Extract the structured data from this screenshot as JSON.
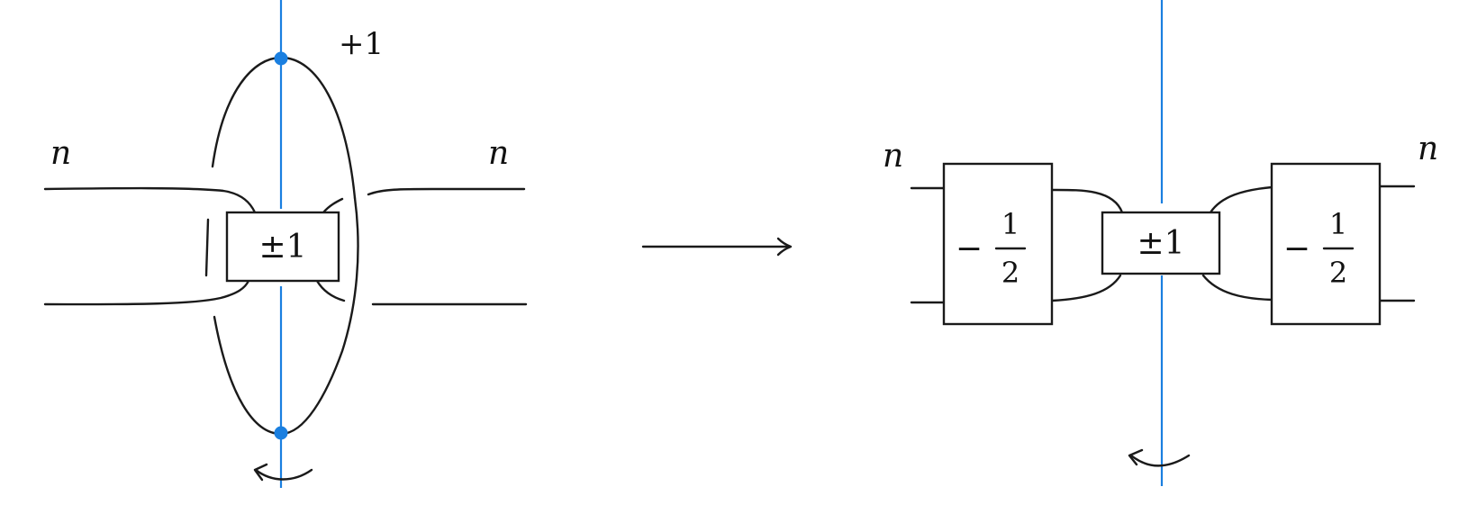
{
  "left": {
    "label_left": "n",
    "label_right": "n",
    "framing": "+1",
    "box": "±1"
  },
  "arrow": {
    "glyph": "long-right-arrow"
  },
  "right": {
    "label_left": "n",
    "label_right": "n",
    "box_center": "±1",
    "box_left": {
      "sign": "−",
      "numerator": "1",
      "denominator": "2"
    },
    "box_right": {
      "sign": "−",
      "numerator": "1",
      "denominator": "2"
    }
  },
  "colors": {
    "axis": "#1a7fe0",
    "strand": "#1a1a1a"
  }
}
